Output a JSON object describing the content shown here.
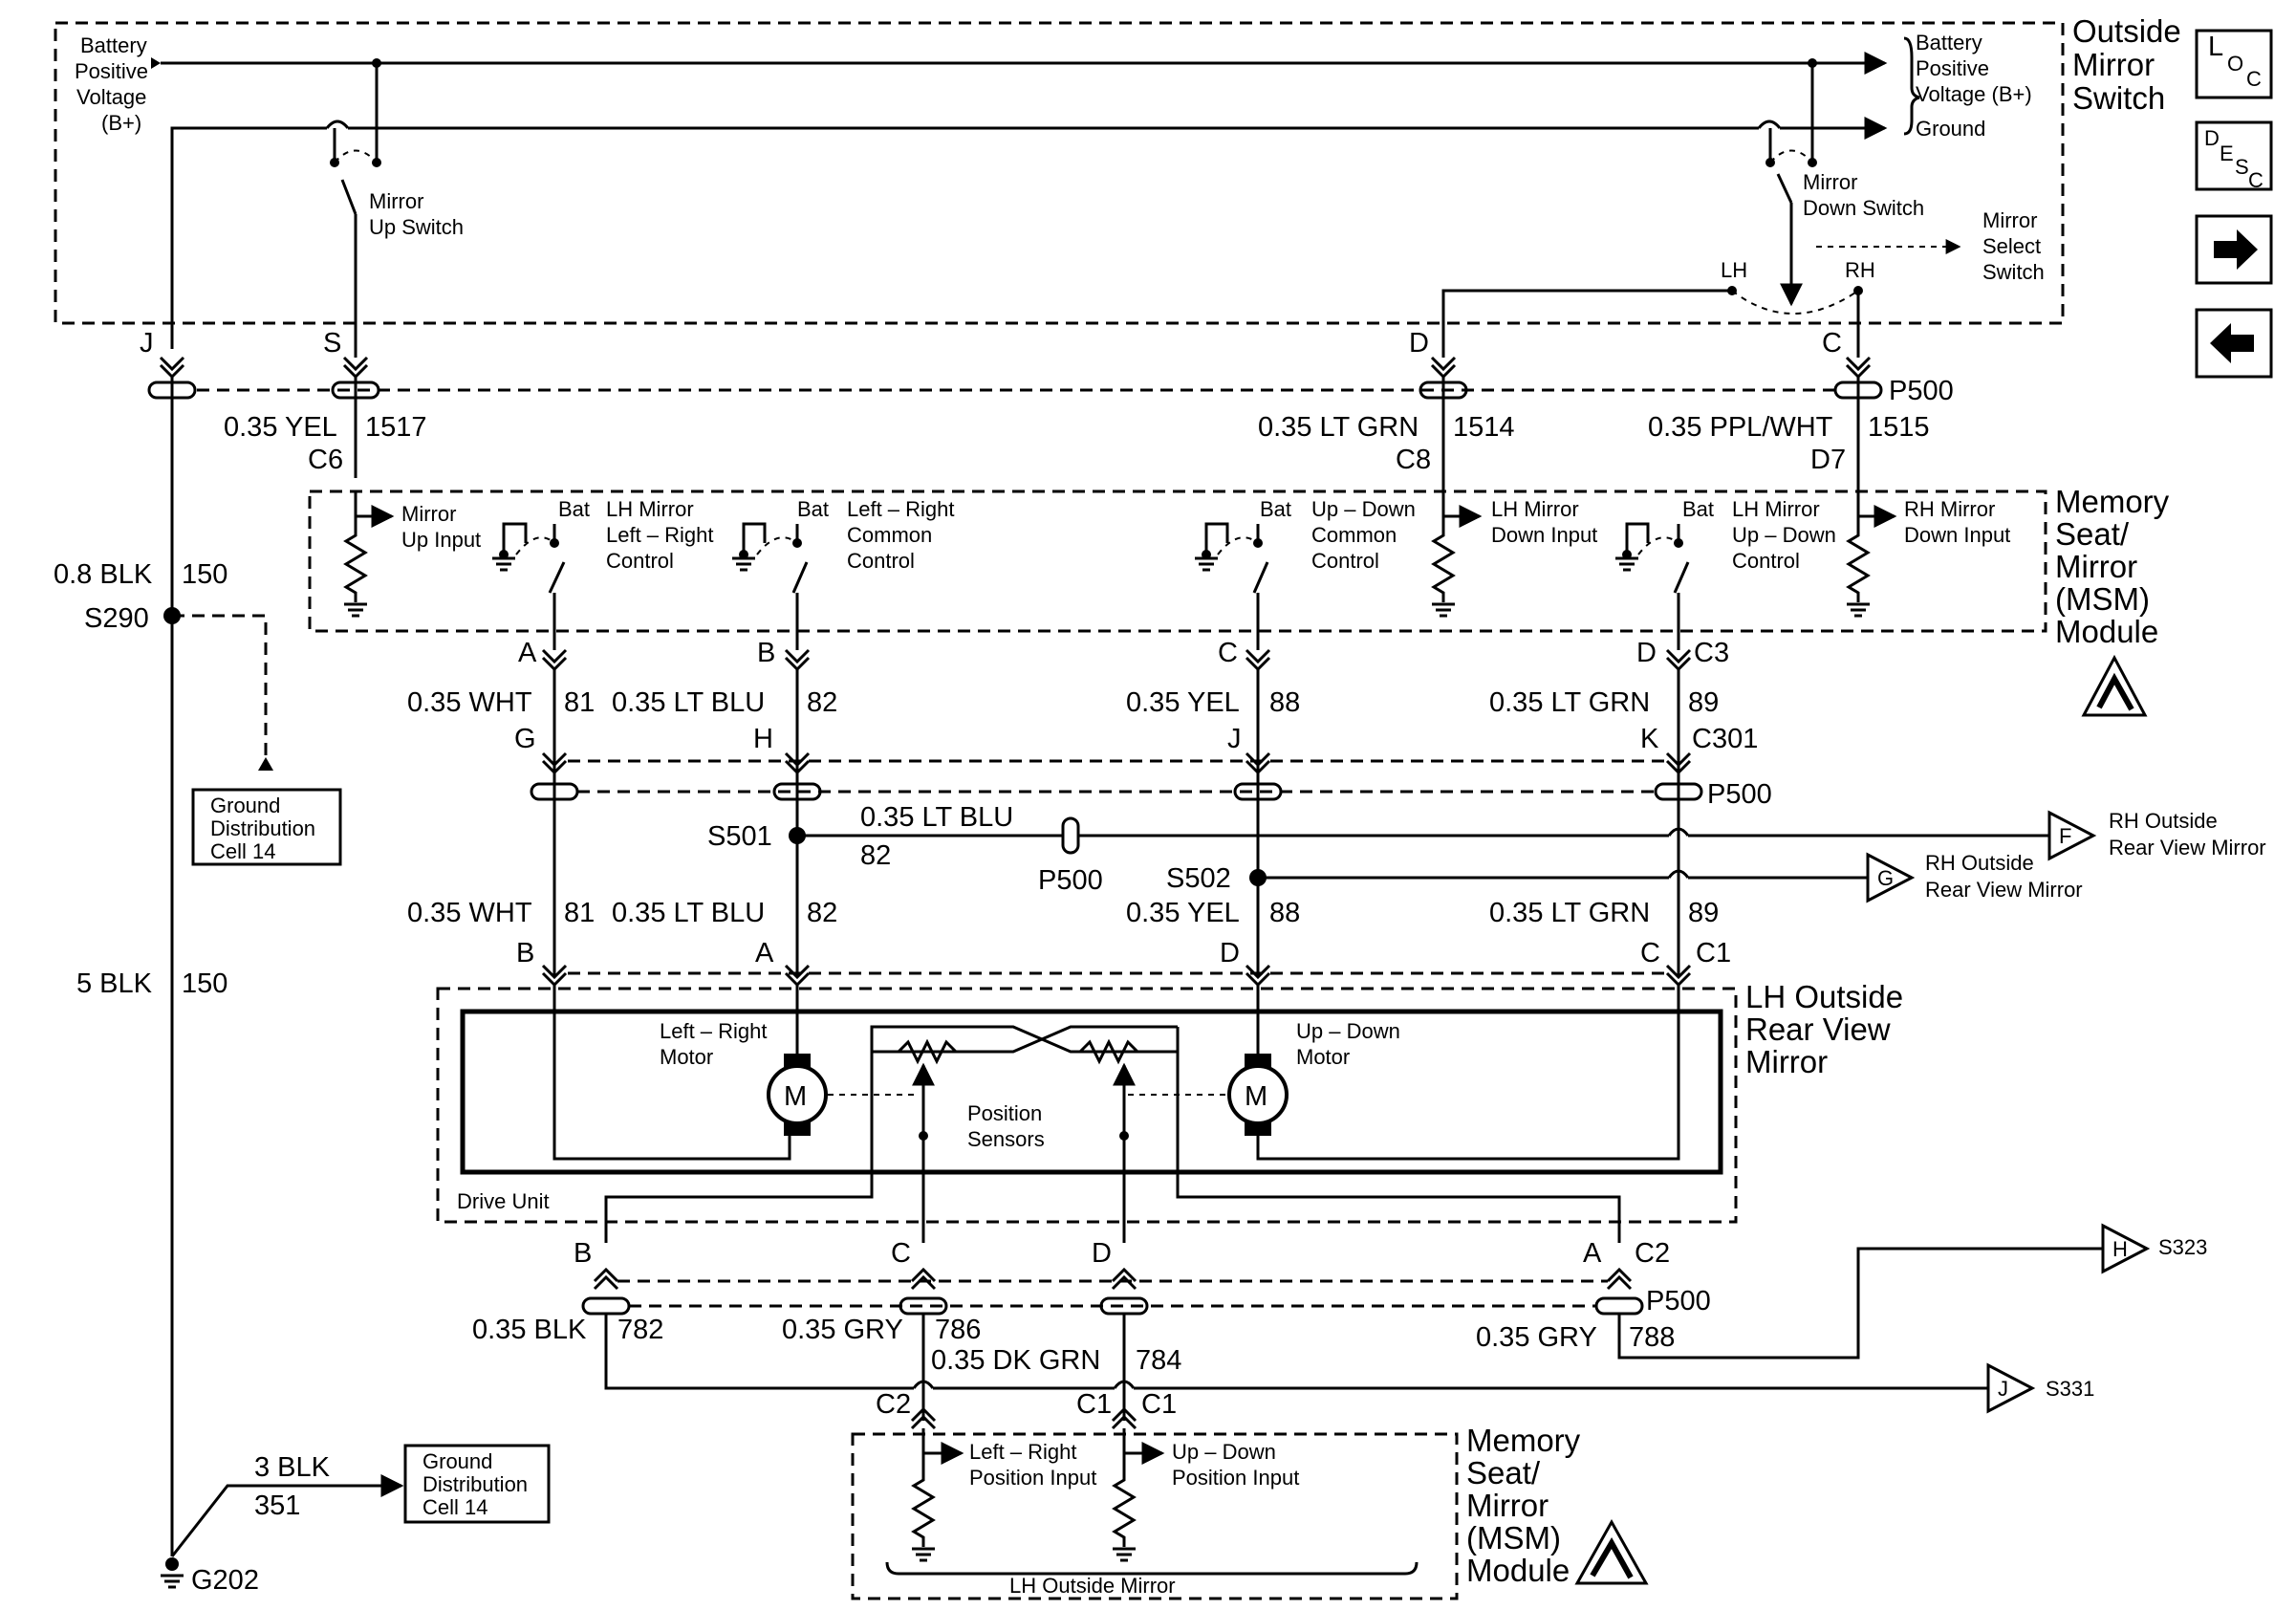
{
  "diagram": {
    "components": {
      "outside_mirror_switch": [
        "Outside",
        "Mirror",
        "Switch"
      ],
      "msm_module": [
        "Memory",
        "Seat/",
        "Mirror",
        "(MSM)",
        "Module"
      ],
      "lh_mirror": [
        "LH Outside",
        "Rear View",
        "Mirror"
      ],
      "drive_unit": "Drive Unit",
      "lh_outside_mirror_sub": "LH Outside Mirror"
    },
    "switch_labels": {
      "battery_left": [
        "Battery",
        "Positive",
        "Voltage",
        "(B+)"
      ],
      "battery_right": [
        "Battery",
        "Positive",
        "Voltage (B+)"
      ],
      "ground": "Ground",
      "up_switch": [
        "Mirror",
        "Up Switch"
      ],
      "down_switch": [
        "Mirror",
        "Down Switch"
      ],
      "select_switch": [
        "Mirror",
        "Select",
        "Switch"
      ],
      "lh": "LH",
      "rh": "RH"
    },
    "module_labels": {
      "up_input": [
        "Mirror",
        "Up Input"
      ],
      "lh_lr_control": [
        "LH Mirror",
        "Left – Right",
        "Control"
      ],
      "lr_common": [
        "Left – Right",
        "Common",
        "Control"
      ],
      "ud_common": [
        "Up – Down",
        "Common",
        "Control"
      ],
      "lh_down_input": [
        "LH Mirror",
        "Down Input"
      ],
      "lh_ud_control": [
        "LH Mirror",
        "Up – Down",
        "Control"
      ],
      "rh_down_input": [
        "RH Mirror",
        "Down Input"
      ],
      "bat": "Bat"
    },
    "motor_labels": {
      "lr_motor": [
        "Left – Right",
        "Motor"
      ],
      "ud_motor": [
        "Up – Down",
        "Motor"
      ],
      "m": "M",
      "position_sensors": [
        "Position",
        "Sensors"
      ],
      "lr_position_input": [
        "Left – Right",
        "Position Input"
      ],
      "ud_position_input": [
        "Up – Down",
        "Position Input"
      ]
    },
    "pins": {
      "J": "J",
      "S": "S",
      "D": "D",
      "C": "C",
      "A": "A",
      "B": "B",
      "G": "G",
      "H": "H",
      "K": "K",
      "C6": "C6",
      "C8": "C8",
      "D7": "D7",
      "C3": "C3",
      "C301": "C301",
      "C1": "C1",
      "C2": "C2"
    },
    "wires": {
      "w1517": [
        "0.35 YEL",
        "1517"
      ],
      "w1514": [
        "0.35 LT GRN",
        "1514"
      ],
      "w1515": [
        "0.35 PPL/WHT",
        "1515"
      ],
      "w150a": [
        "0.8 BLK",
        "150"
      ],
      "w150b": [
        "5 BLK",
        "150"
      ],
      "w351": [
        "3 BLK",
        "351"
      ],
      "w81": [
        "0.35 WHT",
        "81"
      ],
      "w82": [
        "0.35 LT BLU",
        "82"
      ],
      "w88": [
        "0.35 YEL",
        "88"
      ],
      "w89": [
        "0.35 LT GRN",
        "89"
      ],
      "w782": [
        "0.35 BLK",
        "782"
      ],
      "w786": [
        "0.35 GRY",
        "786"
      ],
      "w784": [
        "0.35 DK GRN",
        "784"
      ],
      "w788": [
        "0.35 GRY",
        "788"
      ]
    },
    "splices": {
      "s290": "S290",
      "s501": "S501",
      "s502": "S502",
      "g202": "G202"
    },
    "connectors": {
      "p500": "P500"
    },
    "refs": {
      "ground_dist": [
        "Ground",
        "Distribution",
        "Cell 14"
      ],
      "rh_mirror": [
        "RH Outside",
        "Rear View Mirror"
      ],
      "F": "F",
      "G": "G",
      "H": "H",
      "J": "J",
      "s323": "S323",
      "s331": "S331"
    },
    "nav": {
      "loc": [
        "L",
        "O",
        "C"
      ],
      "desc": [
        "D",
        "E",
        "S",
        "C"
      ]
    }
  }
}
